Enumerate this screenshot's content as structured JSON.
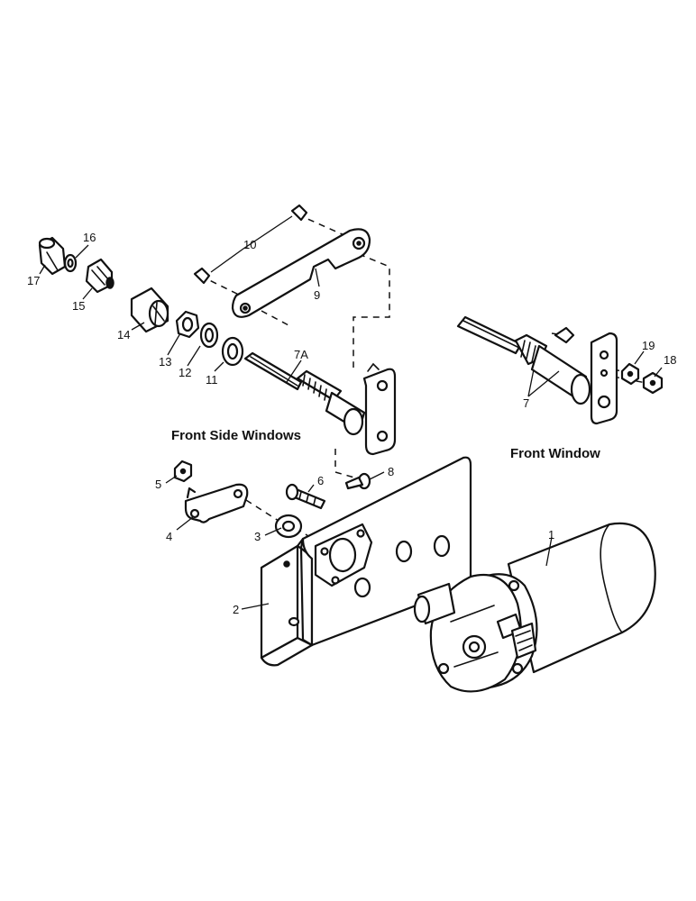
{
  "captions": {
    "front_side_windows": "Front Side Windows",
    "front_window": "Front Window"
  },
  "callouts": {
    "c1": "1",
    "c2": "2",
    "c3": "3",
    "c4": "4",
    "c5": "5",
    "c6": "6",
    "c7": "7",
    "c7a": "7A",
    "c8": "8",
    "c9": "9",
    "c10": "10",
    "c11": "11",
    "c12": "12",
    "c13": "13",
    "c14": "14",
    "c15": "15",
    "c16": "16",
    "c17": "17",
    "c18": "18",
    "c19": "19"
  }
}
